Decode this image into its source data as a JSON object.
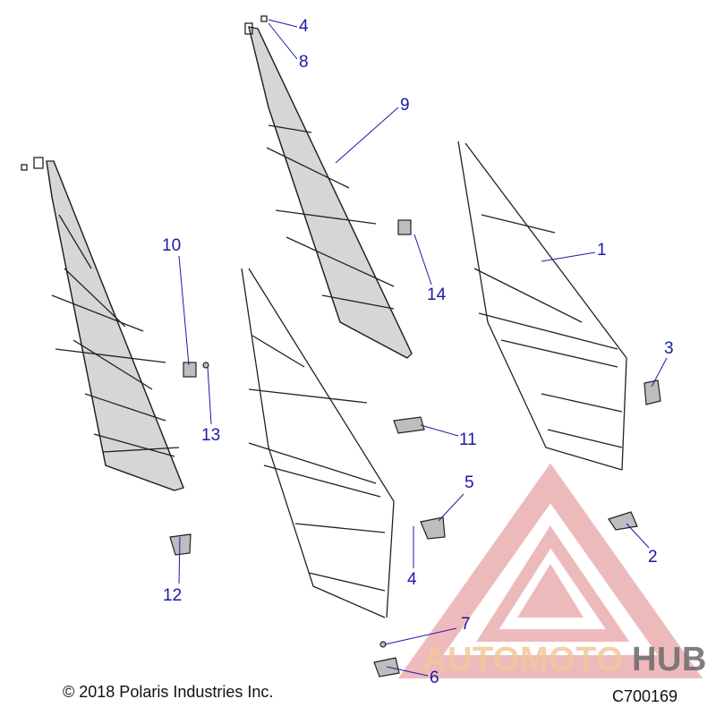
{
  "callouts": {
    "c1": "1",
    "c2": "2",
    "c3": "3",
    "c4a": "4",
    "c4b": "4",
    "c5": "5",
    "c6": "6",
    "c7": "7",
    "c8": "8",
    "c9": "9",
    "c10": "10",
    "c11": "11",
    "c12": "12",
    "c13": "13",
    "c14": "14"
  },
  "footer": {
    "copyright": "© 2018 Polaris Industries Inc.",
    "diagram_code": "C700169"
  },
  "watermark": {
    "part1": "AUTOMOTO",
    "part2": "HUB",
    "color_primary": "#e8a3a6",
    "color_secondary": "#f2c99a",
    "color_dark": "#6b6b6b"
  },
  "colors": {
    "callout": "#1a1aa8",
    "leader": "#1a1aa8",
    "line_art": "#222222",
    "mesh": "#cfcfcf"
  }
}
